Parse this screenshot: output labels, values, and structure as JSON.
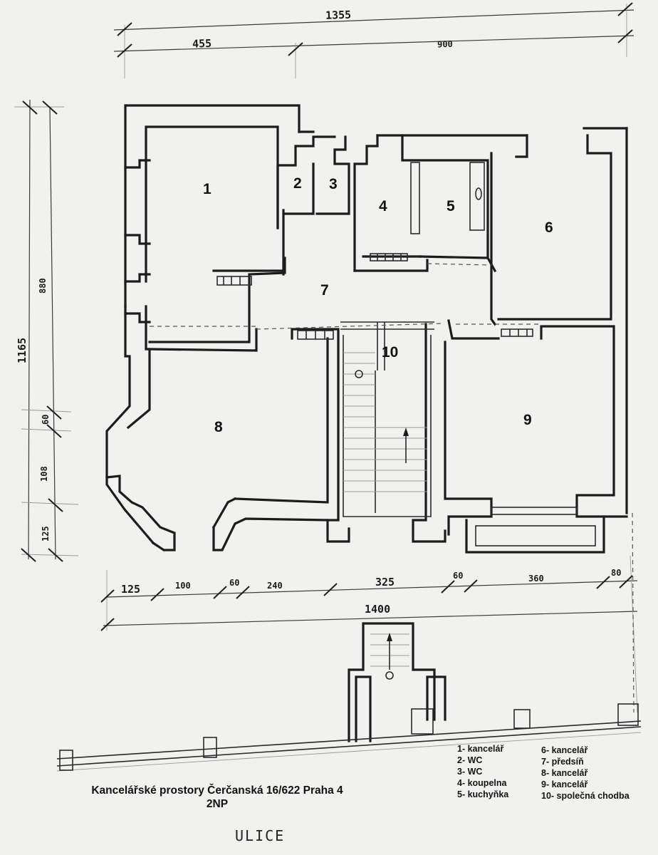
{
  "caption": {
    "title": "Kancelářské prostory Čerčanská 16/622 Praha 4",
    "floor": "2NP"
  },
  "street_label": "ULICE",
  "rooms": [
    {
      "number": "1",
      "name": "kancelář"
    },
    {
      "number": "2",
      "name": "WC"
    },
    {
      "number": "3",
      "name": "WC"
    },
    {
      "number": "4",
      "name": "koupelna"
    },
    {
      "number": "5",
      "name": "kuchyňka"
    },
    {
      "number": "6",
      "name": "kancelář"
    },
    {
      "number": "7",
      "name": "předsíň"
    },
    {
      "number": "8",
      "name": "kancelář"
    },
    {
      "number": "9",
      "name": "kancelář"
    },
    {
      "number": "10",
      "name": "společná chodba"
    }
  ],
  "legend": {
    "left": [
      "1- kancelář",
      "2- WC",
      "3- WC",
      "4- koupelna",
      "5- kuchyňka"
    ],
    "right": [
      "6- kancelář",
      "7- předsíň",
      "8- kancelář",
      "9- kancelář",
      "10- společná chodba"
    ]
  },
  "dimensions": {
    "top_total": "1355",
    "top_left": "455",
    "top_right": "900",
    "left_total": "1165",
    "left_segments": [
      "880",
      "60",
      "108",
      "125"
    ],
    "bottom_segments": [
      "125",
      "100",
      "60",
      "240",
      "325",
      "60",
      "360",
      "80"
    ],
    "bottom_total": "1400"
  }
}
